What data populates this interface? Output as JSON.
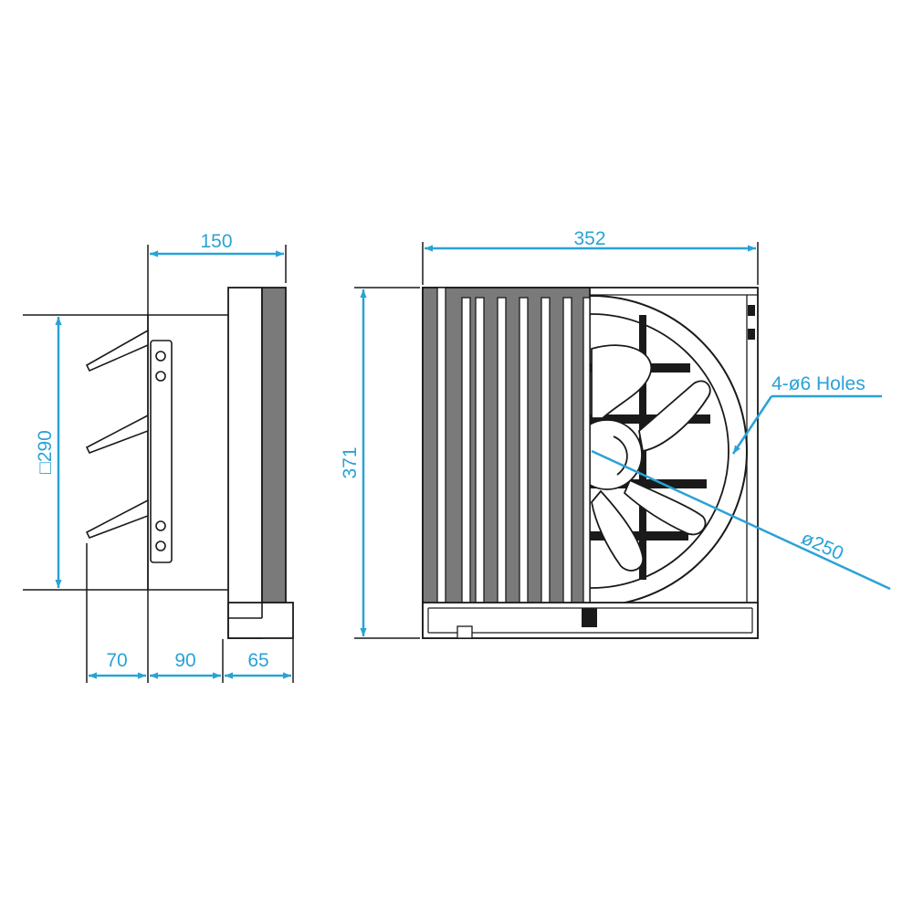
{
  "colors": {
    "dimension": "#2aa2d6",
    "outline": "#1a1a1a",
    "panel": "#7a7a7a",
    "panel_dark": "#5a5a5a",
    "background": "#ffffff"
  },
  "side_view": {
    "depth_total_label": "150",
    "height_label": "□290",
    "shutter_depth_label": "70",
    "body_depth_label": "90",
    "grille_depth_label": "65"
  },
  "front_view": {
    "width_label": "352",
    "height_label": "371",
    "holes_label": "4-ø6 Holes",
    "fan_diameter_label": "ø250"
  }
}
